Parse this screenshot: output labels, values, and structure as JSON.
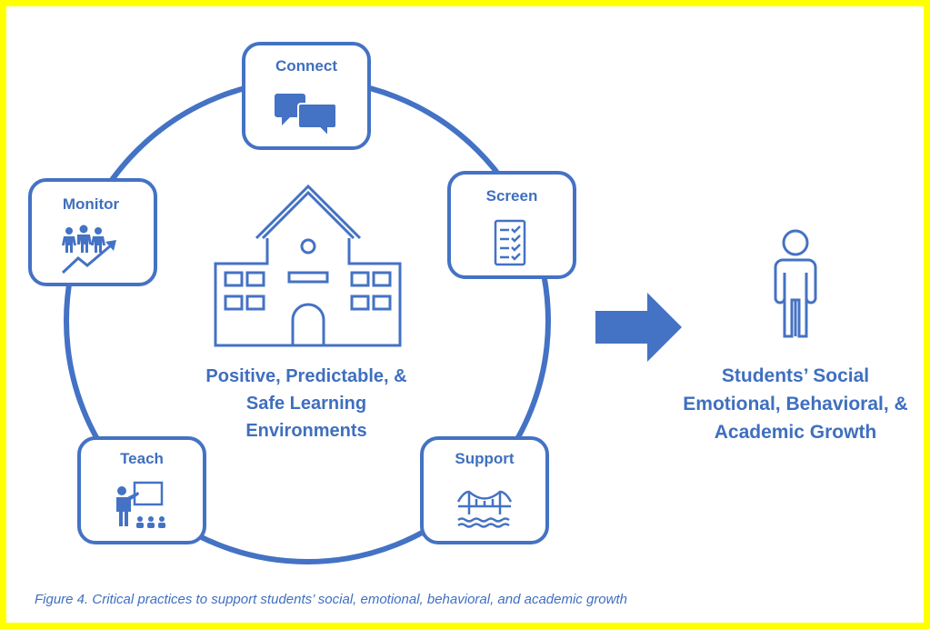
{
  "colors": {
    "primary": "#4472c4",
    "text": "#3f6fbf",
    "border": "#ffff00",
    "background": "#ffffff"
  },
  "nodes": {
    "connect": {
      "label": "Connect",
      "icon": "speech-bubbles-icon"
    },
    "screen": {
      "label": "Screen",
      "icon": "checklist-icon"
    },
    "support": {
      "label": "Support",
      "icon": "bridge-icon"
    },
    "teach": {
      "label": "Teach",
      "icon": "teacher-icon"
    },
    "monitor": {
      "label": "Monitor",
      "icon": "group-growth-icon"
    }
  },
  "center": {
    "icon": "school-building-icon",
    "lines": [
      "Positive, Predictable, &",
      "Safe Learning",
      "Environments"
    ]
  },
  "arrow": {
    "icon": "right-arrow-icon"
  },
  "outcome": {
    "icon": "student-person-icon",
    "lines": [
      "Students’ Social",
      "Emotional, Behavioral, &",
      "Academic Growth"
    ]
  },
  "caption": "Figure 4. Critical practices to support students’ social, emotional, behavioral, and academic growth"
}
